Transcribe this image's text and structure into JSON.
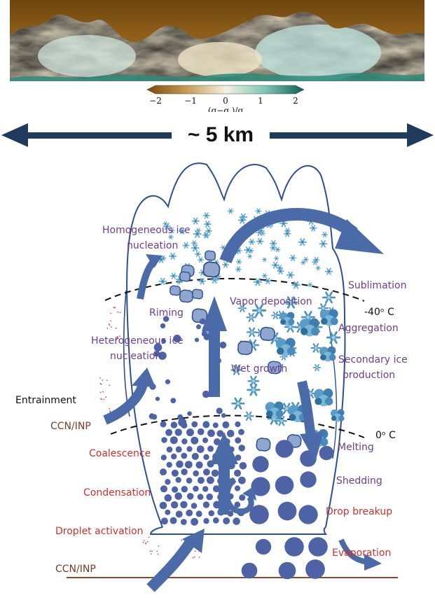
{
  "colorbar": {
    "ticks": [
      "−2",
      "−1",
      "0",
      "1",
      "2"
    ],
    "label": "(q−q )/q",
    "colors": {
      "negative": "#8a5a16",
      "mid": "#f3ecd6",
      "positive": "#1b7c6e"
    }
  },
  "scale": {
    "text": "~ 5 km"
  },
  "temperatures": {
    "minus40": "-40ᵒ C",
    "zero": "0ᵒ C"
  },
  "processes": {
    "homogeneous_line1": "Homogeneous ice",
    "homogeneous_line2": "nucleation",
    "sublimation": "Sublimation",
    "riming": "Riming",
    "vapor_deposition": "Vapor deposition",
    "aggregation": "Aggregation",
    "heterogeneous_line1": "Heterogeneous ice",
    "heterogeneous_line2": "nucleation",
    "wet_growth": "Wet growth",
    "secondary_line1": "Secondary ice",
    "secondary_line2": "production",
    "entrainment": "Entrainment",
    "ccn_inp_mid": "CCN/INP",
    "melting": "Melting",
    "coalescence": "Coalescence",
    "shedding": "Shedding",
    "condensation": "Condensation",
    "drop_breakup": "Drop breakup",
    "droplet_activation": "Droplet activation",
    "evaporation": "Evaporation",
    "ccn_inp_bottom": "CCN/INP"
  },
  "colors": {
    "arrow": "#4a6aa8",
    "particle": "#4d63a6",
    "ice": "#5a9cc5",
    "outline": "#2e4f8f"
  }
}
